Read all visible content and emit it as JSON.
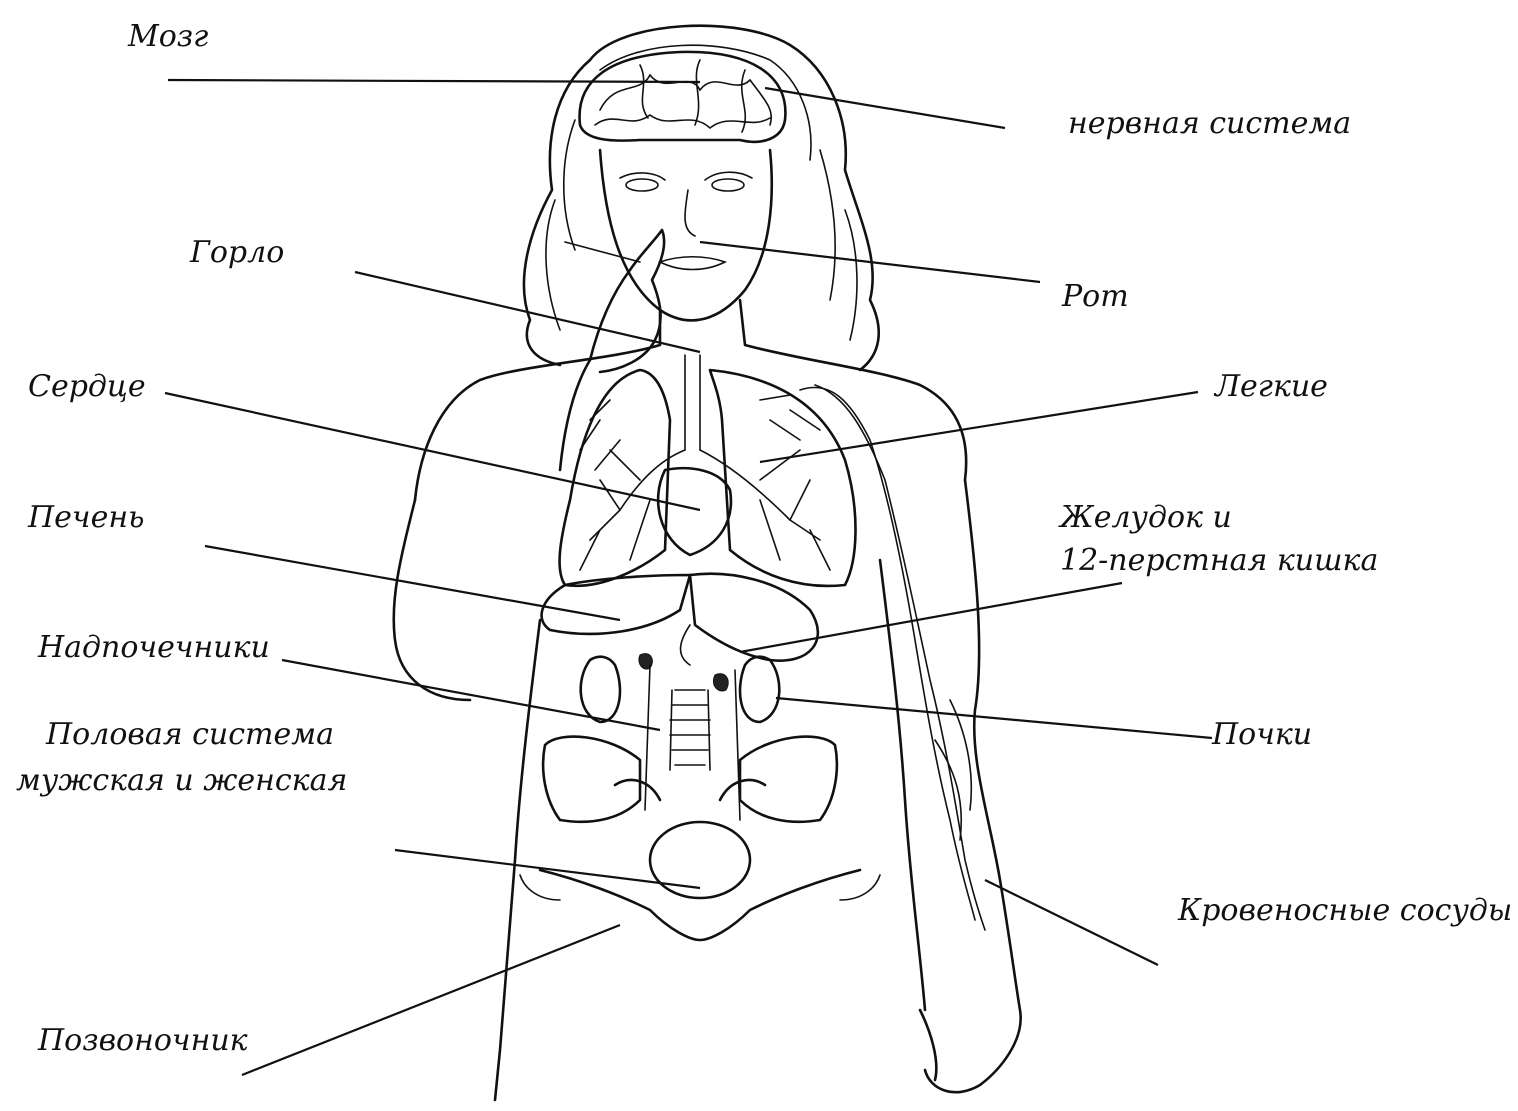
{
  "labels": {
    "brain": "Мозг",
    "nervous": "нервная система",
    "throat": "Горло",
    "mouth": "Рот",
    "heart": "Сердце",
    "lungs": "Легкие",
    "liver": "Печень",
    "stomach_1": "Желудок и",
    "stomach_2": "12-перстная кишка",
    "adrenal": "Надпочечники",
    "kidneys": "Почки",
    "reproductive_1": "Половая система",
    "reproductive_2": "мужская и женская",
    "vessels": "Кровеносные сосуды",
    "spine": "Позвоночник"
  },
  "colors": {
    "line": "#111111",
    "background": "#ffffff"
  }
}
